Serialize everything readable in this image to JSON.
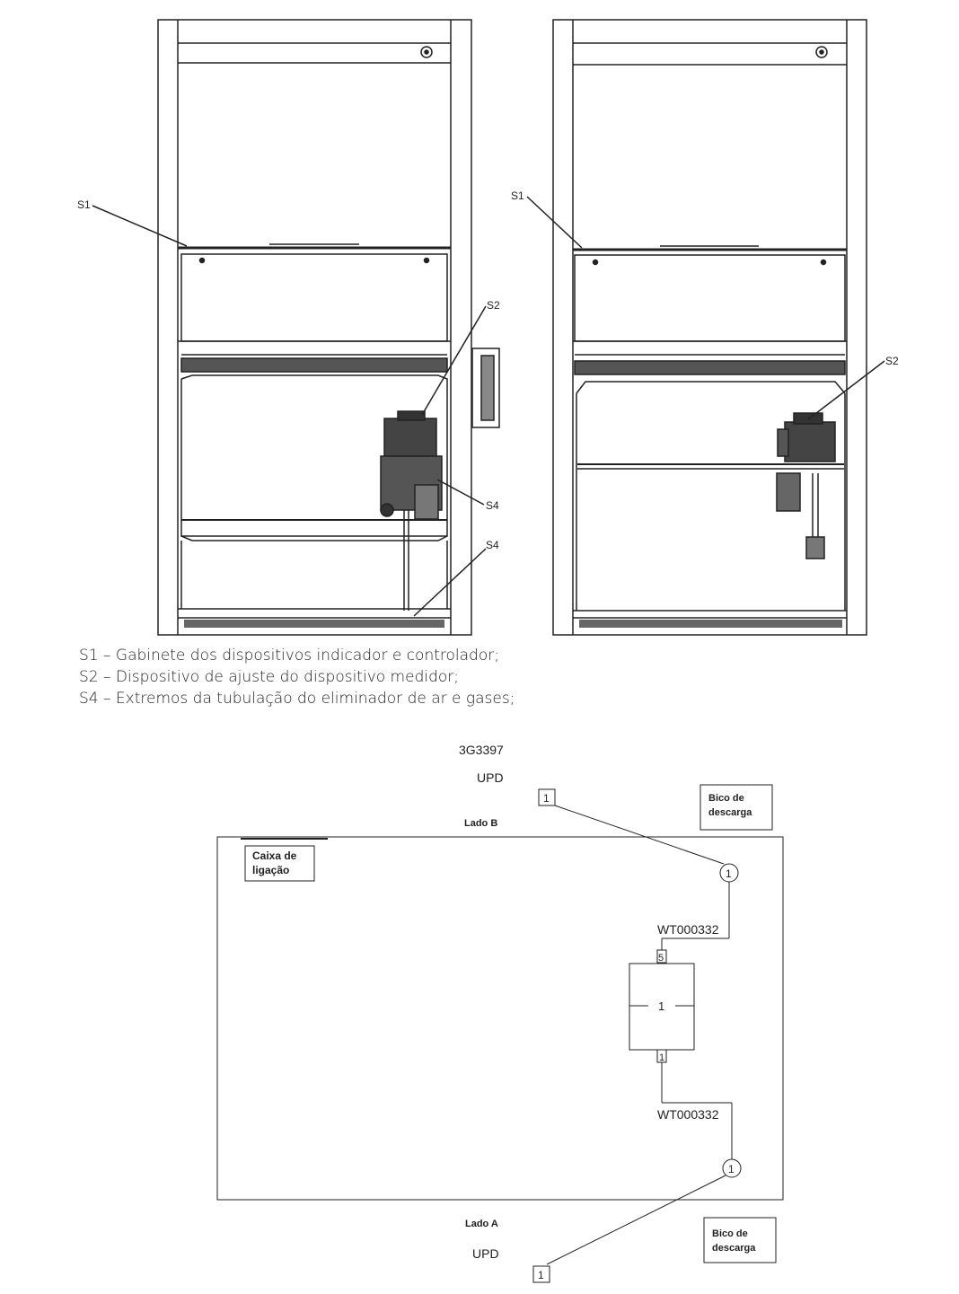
{
  "dispenser_views": {
    "left_callouts": {
      "s1": "S1",
      "s2": "S2",
      "s4_upper": "S4",
      "s4_lower": "S4"
    },
    "right_callouts": {
      "s1": "S1",
      "s2": "S2"
    }
  },
  "legend": [
    "S1 – Gabinete dos dispositivos indicador e controlador;",
    "S2 – Dispositivo de ajuste do dispositivo medidor;",
    "S4 – Extremos da tubulação do eliminador de ar e gases;"
  ],
  "wiring": {
    "code": "3G3397",
    "top_label": "UPD",
    "bottom_label": "UPD",
    "side_b": "Lado B",
    "side_a": "Lado A",
    "junction_box": [
      "Caixa de",
      "ligação"
    ],
    "nozzle_top": [
      "Bico de",
      "descarga"
    ],
    "nozzle_bottom": [
      "Bico de",
      "descarga"
    ],
    "cable_top": "WT000332",
    "cable_bottom": "WT000332",
    "component_number": "1",
    "pin_top": "5",
    "pin_bottom": "1",
    "connector_top_outer": "1",
    "connector_top_inner": "1",
    "connector_bottom_inner": "1",
    "connector_bottom_outer": "1"
  }
}
